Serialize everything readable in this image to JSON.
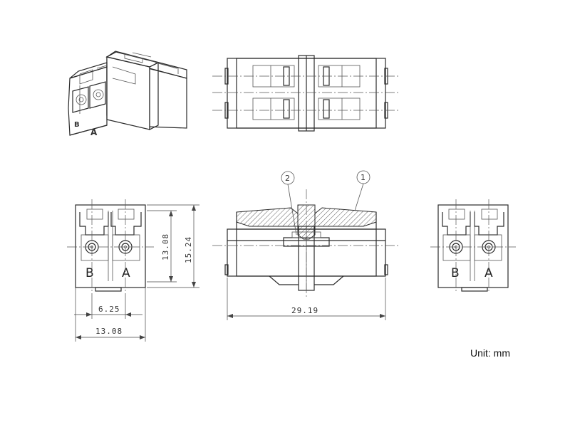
{
  "unit_label": "Unit: mm",
  "dimensions": {
    "front_height_inner": "13.08",
    "front_height_outer": "15.24",
    "port_pitch": "6.25",
    "front_width": "13.08",
    "side_length": "29.19"
  },
  "port_labels": {
    "left": "B",
    "right": "A"
  },
  "callouts": {
    "one": "1",
    "two": "2"
  }
}
